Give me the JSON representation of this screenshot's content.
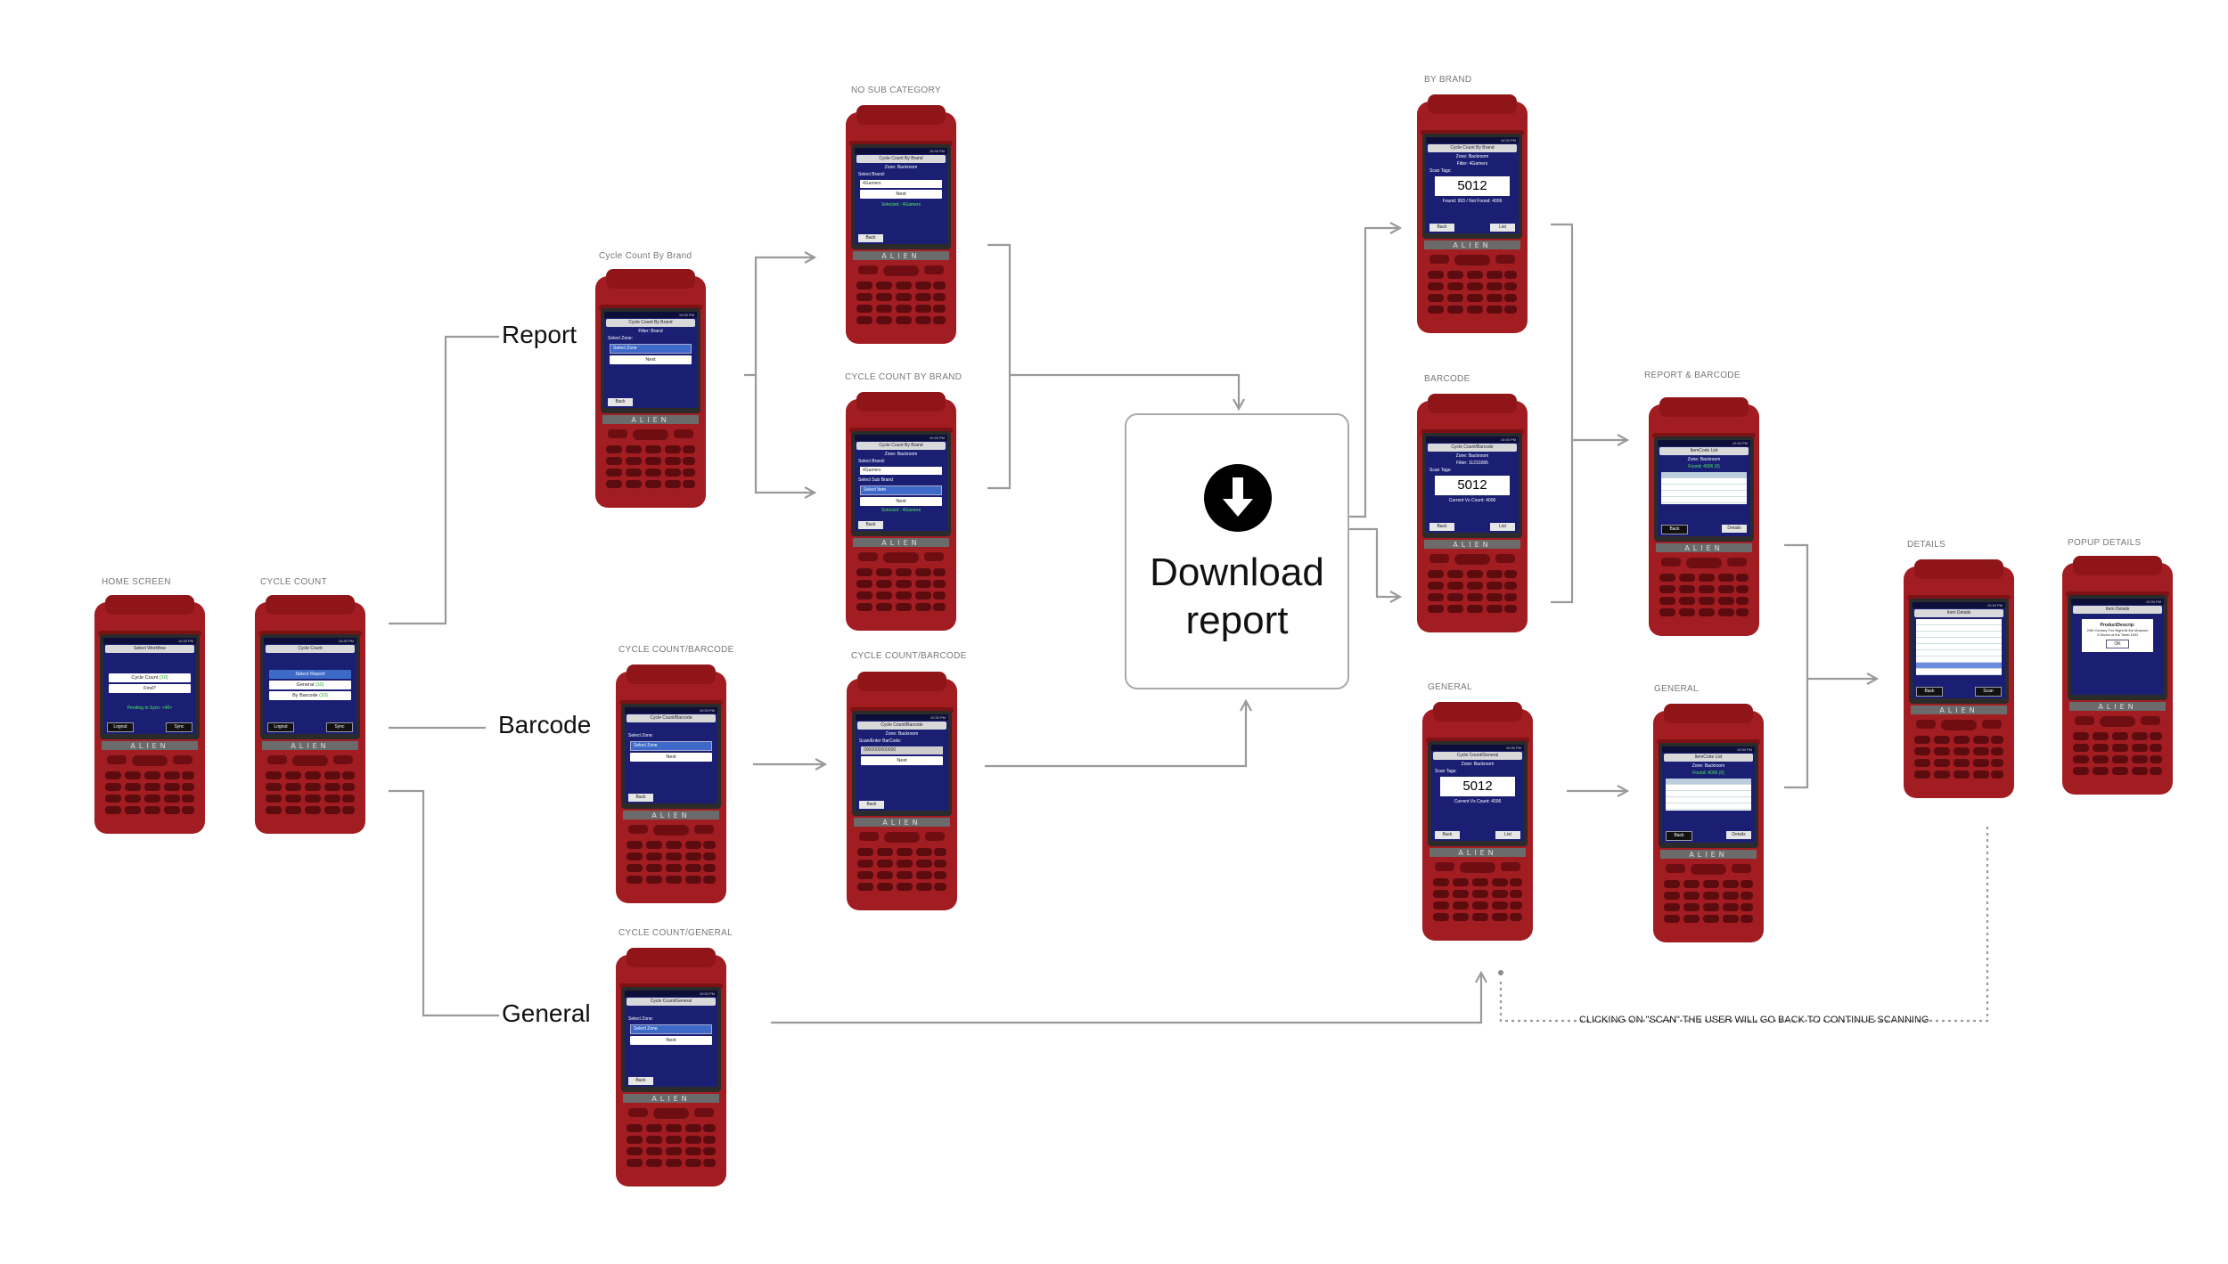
{
  "branches": {
    "report": "Report",
    "barcode": "Barcode",
    "general": "General"
  },
  "download": {
    "text_line1": "Download",
    "text_line2": "report",
    "icon": "download-arrow-icon"
  },
  "note": "CLICKING ON \"SCAN\" THE USER WILL GO BACK TO CONTINUE SCANNING",
  "colors": {
    "device_body": "#a11d22",
    "screen": "#1b1f74",
    "connector": "#9a9a9a"
  },
  "screens": {
    "home": {
      "caption": "HOME SCREEN",
      "header": "Select Workflow",
      "btn1": "Cycle Count",
      "btn1_badge": "(10)",
      "btn2": "Find?",
      "status": "Pending to Sync: <40>",
      "left": "Logout",
      "right": "Sync",
      "brand": "ALIEN"
    },
    "cycle_count": {
      "caption": "CYCLE COUNT",
      "header": "Cycle Count",
      "btn1": "Select Report",
      "btn2": "General",
      "btn2_badge": "(10)",
      "btn3": "By Barcode",
      "btn3_badge": "(10)",
      "left": "Logout",
      "right": "Sync",
      "brand": "ALIEN"
    },
    "report": {
      "caption": "Cycle Count By Brand",
      "header": "Cycle Count By Brand",
      "line1": "Filter: Brand",
      "line2": "Select Zone:",
      "select": "Select Zone",
      "next": "Next",
      "back": "Back",
      "brand": "ALIEN"
    },
    "no_sub": {
      "caption": "NO SUB CATEGORY",
      "header": "Cycle Count By Brand",
      "line1": "Zone: Backroom",
      "line2": "Select Brand:",
      "select": "4Gamers",
      "next": "Next",
      "status": "Selected : 4Gamers",
      "back": "Back",
      "brand": "ALIEN"
    },
    "by_brand": {
      "caption": "CYCLE COUNT BY BRAND",
      "header": "Cycle Count By Brand",
      "line1": "Zone: Backroom",
      "line2": "Select Brand:",
      "select": "4Gamers",
      "line3": "Select Sub Brand",
      "select2": "Select Item",
      "next": "Next",
      "status": "Selected : 4Gamers",
      "back": "Back",
      "brand": "ALIEN"
    },
    "cc_barcode": {
      "caption": "CYCLE COUNT/BARCODE",
      "header": "Cycle Count/Barcode",
      "line1": "Select Zone:",
      "select": "Select Zone",
      "next": "Next",
      "back": "Back",
      "brand": "ALIEN"
    },
    "cc_barcode2": {
      "caption": "CYCLE COUNT/BARCODE",
      "header": "Cycle Count/Barcode",
      "line1": "Zone: Backroom",
      "line2": "Scan/Enter BarCode:",
      "field": "0000000000000",
      "next": "Next",
      "back": "Back",
      "brand": "ALIEN"
    },
    "cc_general": {
      "caption": "CYCLE COUNT/GENERAL",
      "header": "Cycle Count/General",
      "line1": "Select Zone:",
      "select": "Select Zone",
      "next": "Next",
      "back": "Back",
      "brand": "ALIEN"
    },
    "res_brand": {
      "caption": "BY BRAND",
      "header": "Cycle Count By Brand",
      "line1": "Zone: Backroom",
      "line2": "Filter: 4Gamers",
      "line3": "Scan Tags:",
      "count": "5012",
      "line4": "Found: 993 / Not Found: 4006",
      "back": "Back",
      "list": "List",
      "brand": "ALIEN"
    },
    "res_barcode": {
      "caption": "BARCODE",
      "header": "Cycle Count/Barcode",
      "line1": "Zone: Backroom",
      "line2": "Filter: 11210286",
      "line3": "Scan Tags:",
      "count": "5012",
      "line4": "Current Vs Count: 4006",
      "back": "Back",
      "list": "List",
      "brand": "ALIEN"
    },
    "res_general": {
      "caption": "GENERAL",
      "header": "Cycle Count/General",
      "line1": "Zone: Backroom",
      "line3": "Scan Tags:",
      "count": "5012",
      "line4": "Current Vs Count: 4006",
      "back": "Back",
      "list": "List",
      "brand": "ALIEN"
    },
    "rep_barcode": {
      "caption": "REPORT & BARCODE",
      "header": "ItemCode List",
      "line1": "Zone: Backroom",
      "line2": "Found: 4006 (0)",
      "back": "Back",
      "details": "Details",
      "brand": "ALIEN"
    },
    "gen_list": {
      "caption": "GENERAL",
      "header": "ItemCode List",
      "line1": "Zone: Backroom",
      "line2": "Found: 4006 (0)",
      "back": "Back",
      "details": "Details",
      "brand": "ALIEN"
    },
    "details": {
      "caption": "DETAILS",
      "header": "Item Details",
      "back": "Back",
      "scan": "Scan",
      "brand": "ALIEN"
    },
    "popup": {
      "caption": "POPUP DETAILS",
      "header": "Item Details",
      "title": "ProductDescrip:",
      "body": "20th Century Fox Night At the Museum 3 Secret of the Tomb DVD",
      "ok": "OK",
      "brand": "ALIEN"
    }
  }
}
